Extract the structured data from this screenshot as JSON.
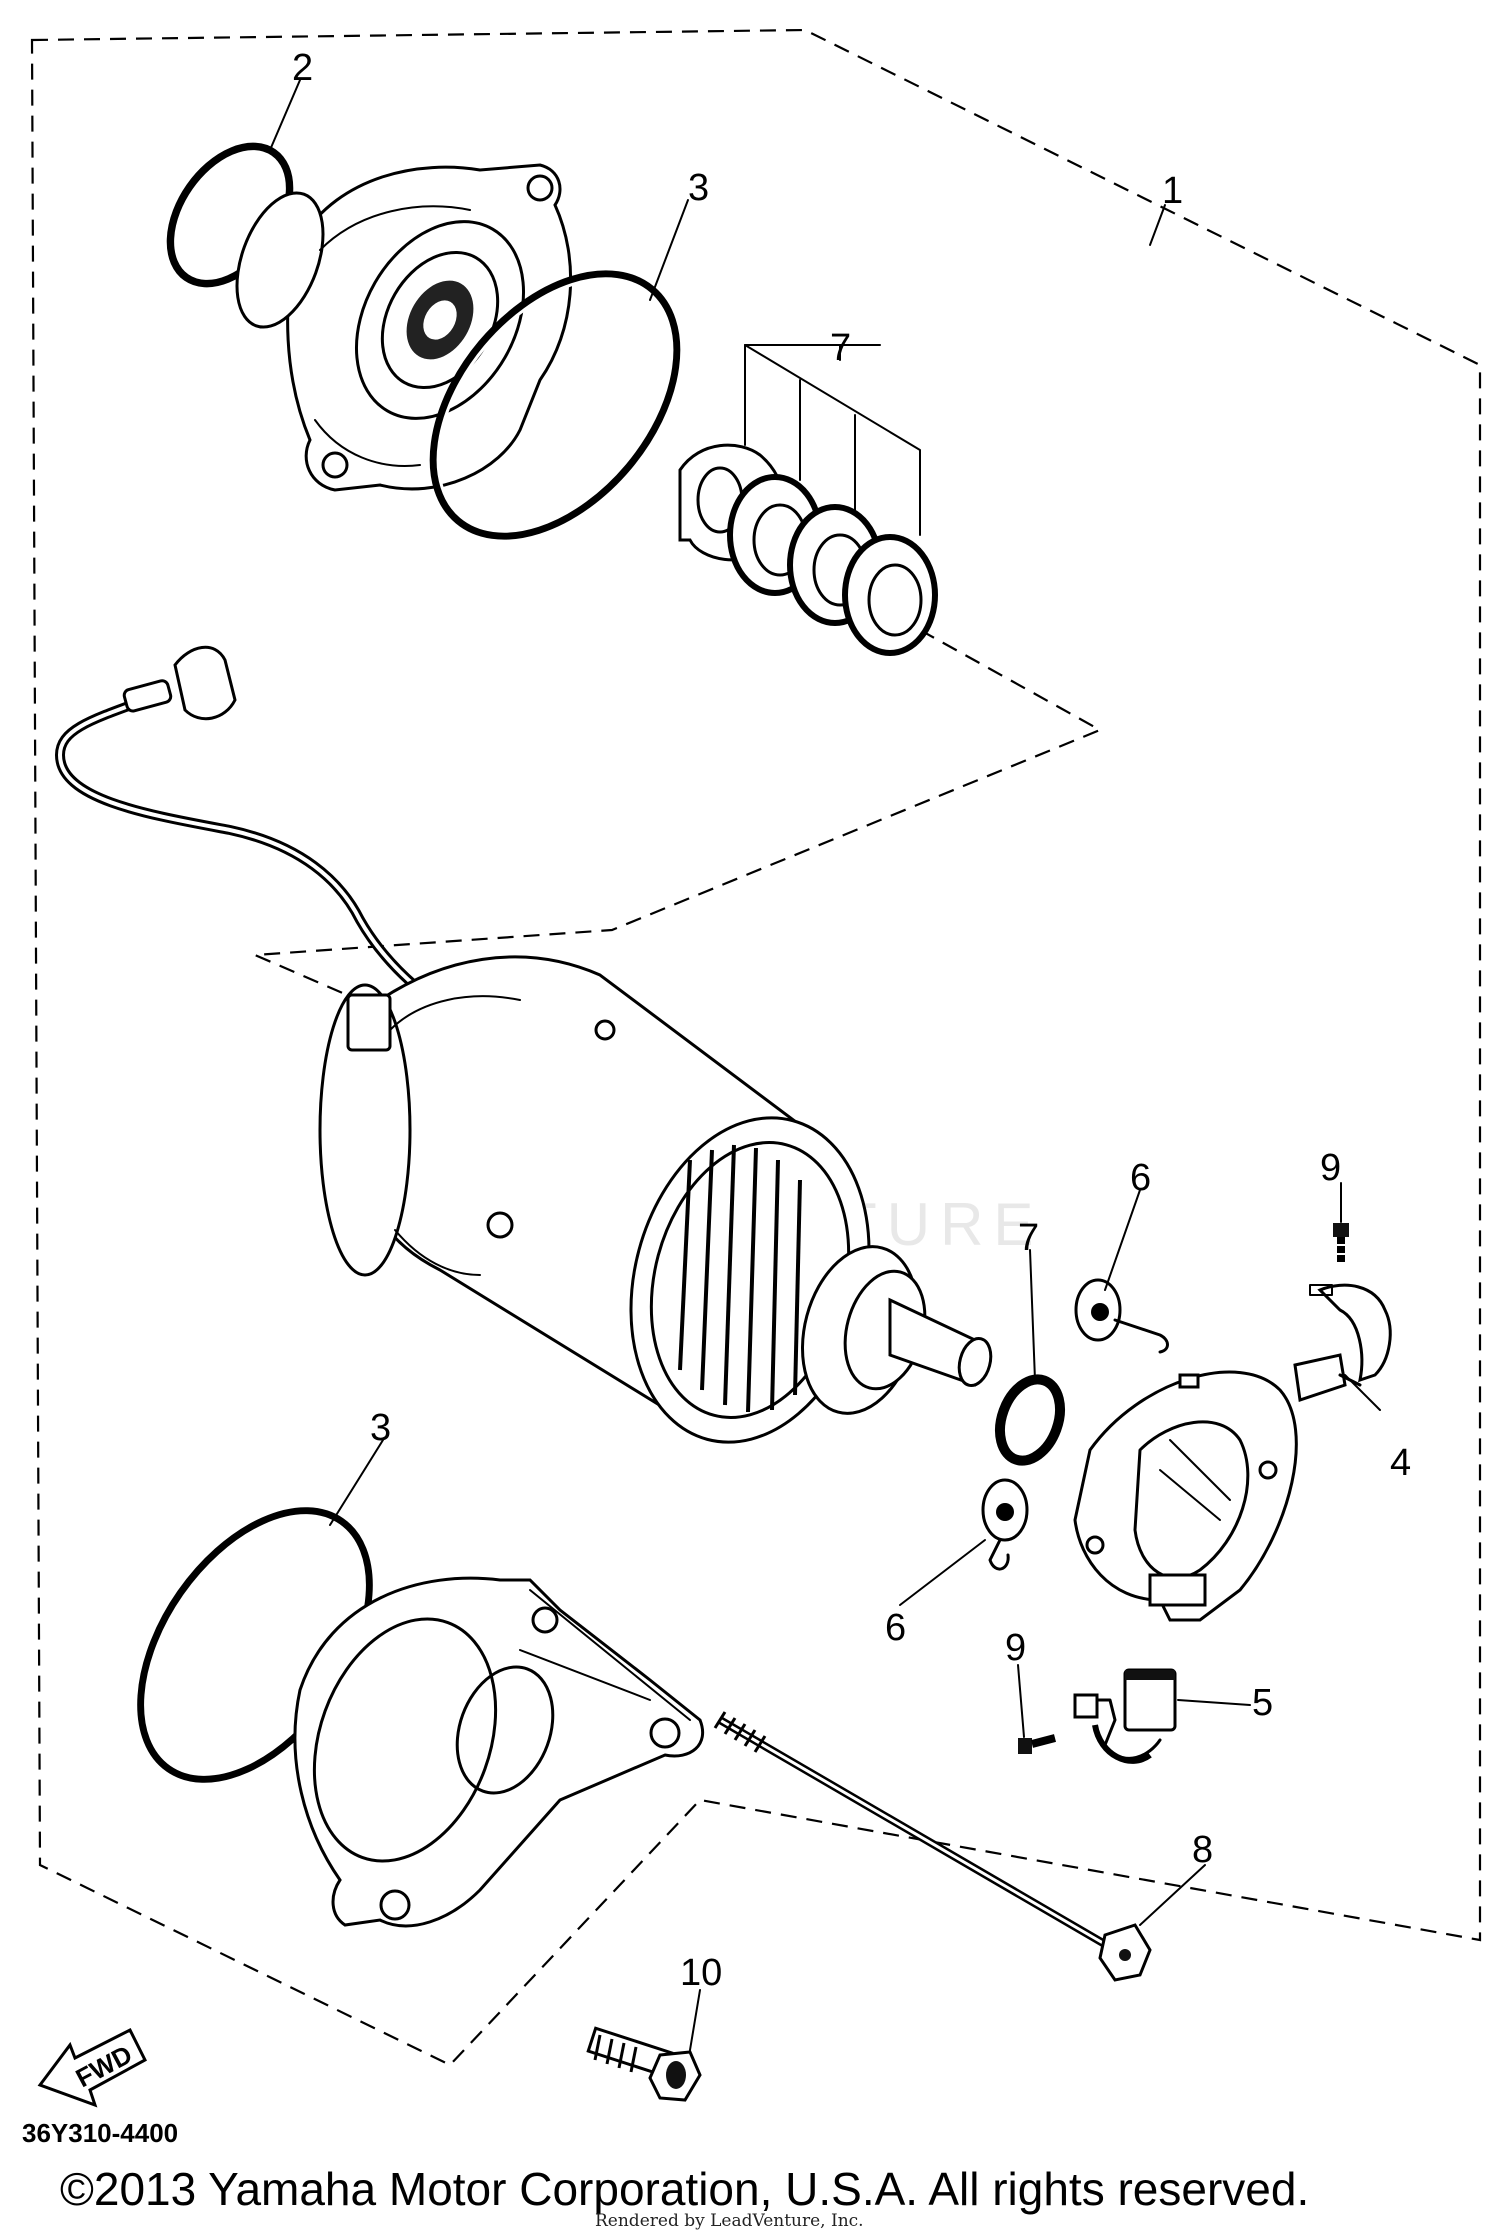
{
  "callouts": {
    "c1": "1",
    "c2": "2",
    "c3_top": "3",
    "c3_bottom": "3",
    "c4": "4",
    "c5": "5",
    "c6_top": "6",
    "c6_bottom": "6",
    "c7_top": "7",
    "c7_mid": "7",
    "c8": "8",
    "c9_top": "9",
    "c9_bottom": "9",
    "c10": "10"
  },
  "fwd_label": "FWD",
  "part_number": "36Y310-4400",
  "copyright": "©2013 Yamaha Motor Corporation, U.S.A. All rights reserved.",
  "rendered_by": "Rendered by LeadVenture, Inc.",
  "watermark": "LEADVENTURE"
}
